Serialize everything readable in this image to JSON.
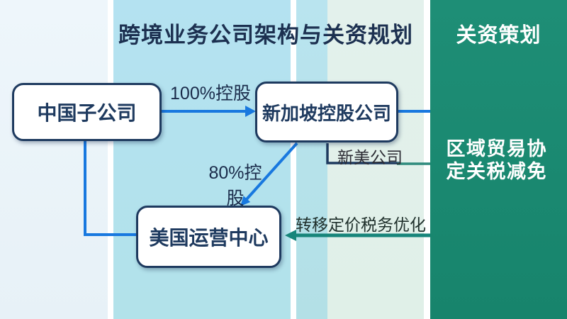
{
  "slide": {
    "title": "跨境业务公司架构与关资规划"
  },
  "diagram": {
    "nodes": {
      "china": {
        "label": "中国子公司"
      },
      "singapore": {
        "label": "新加坡控股公司"
      },
      "us": {
        "label": "美国运营中心"
      }
    },
    "edges": {
      "china_to_singapore": {
        "label": "100%控股"
      },
      "singapore_to_us": {
        "label": "80%控股"
      },
      "singapore_to_newus": {
        "label": "新美公司"
      },
      "panel_to_us": {
        "label": "转移定价税务优化"
      }
    }
  },
  "panel": {
    "title": "关资策划",
    "body": "区域贸易协定关税减免"
  },
  "colors": {
    "arrow_blue": "#1878df",
    "node_navy": "#1e3a5f",
    "arrow_teal": "#17857a",
    "line_teal": "#2e8b7d",
    "panel_green": "#1b8a72"
  }
}
